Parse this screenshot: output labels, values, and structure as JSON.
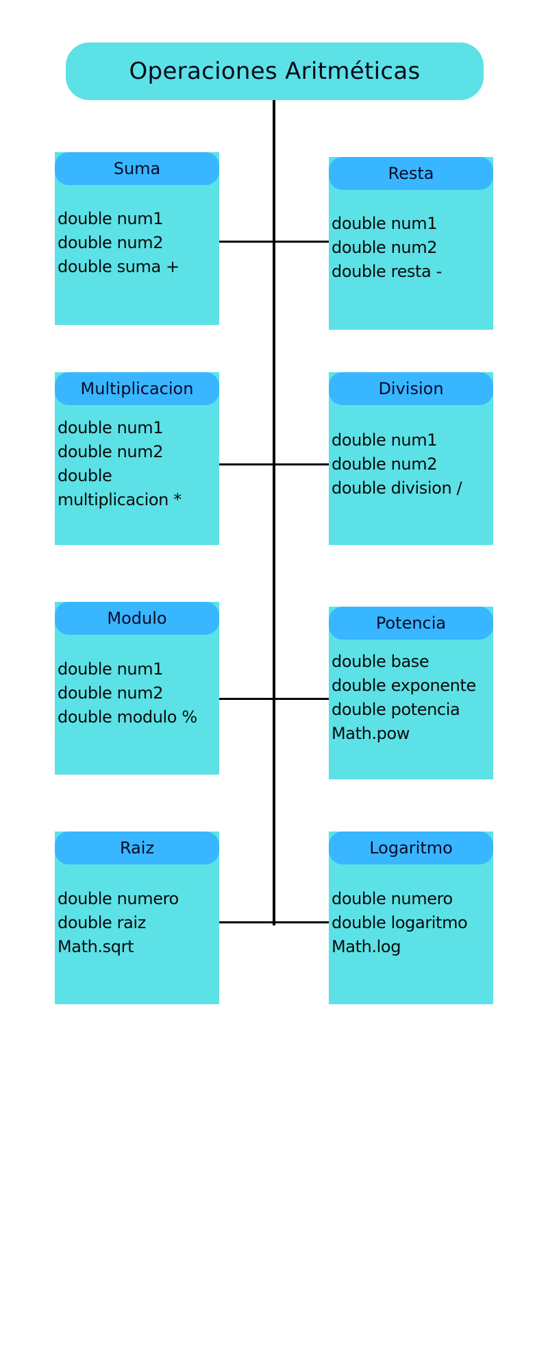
{
  "title": "Operaciones Aritméticas",
  "cards": [
    {
      "header": "Suma",
      "lines": [
        "double num1",
        "double num2",
        "double suma +"
      ]
    },
    {
      "header": "Resta",
      "lines": [
        "double num1",
        "double num2",
        "double resta -"
      ]
    },
    {
      "header": "Multiplicacion",
      "lines": [
        "double num1",
        "double num2",
        "double",
        "multiplicacion *"
      ]
    },
    {
      "header": "Division",
      "lines": [
        "double num1",
        "double num2",
        "double division /"
      ]
    },
    {
      "header": "Modulo",
      "lines": [
        "double num1",
        "double num2",
        "double modulo %"
      ]
    },
    {
      "header": "Potencia",
      "lines": [
        "double base",
        "double exponente",
        "double potencia",
        "Math.pow"
      ]
    },
    {
      "header": "Raiz",
      "lines": [
        "double numero",
        "double raiz",
        "Math.sqrt"
      ]
    },
    {
      "header": "Logaritmo",
      "lines": [
        "double numero",
        "double logaritmo",
        "Math.log"
      ]
    }
  ],
  "colors": {
    "title_fill": "#5ce1e6",
    "card_fill": "#5ce1e6",
    "header_fill": "#38b6ff",
    "connector": "#000000"
  }
}
